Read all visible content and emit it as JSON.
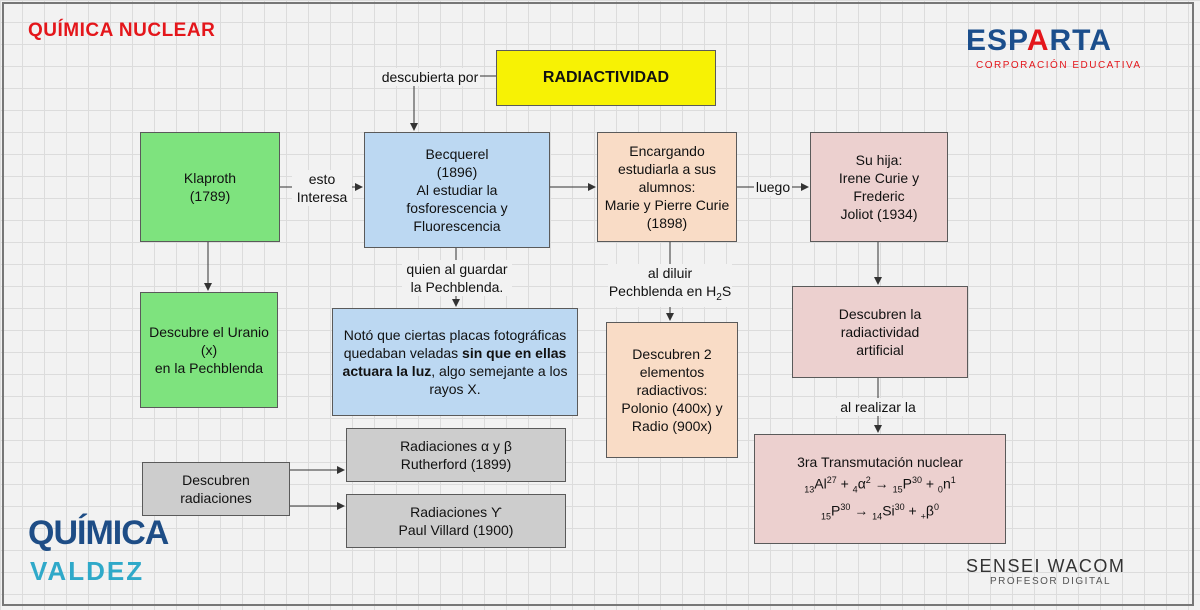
{
  "title": "QUÍMICA NUCLEAR",
  "radiactividad": "RADIACTIVIDAD",
  "label_descubierta": "descubierta por",
  "klaproth": [
    "Klaproth",
    "(1789)"
  ],
  "label_esto_interesa": [
    "esto",
    "Interesa"
  ],
  "becquerel": [
    "Becquerel",
    "(1896)",
    "Al estudiar la fosforescencia y",
    "Fluorescencia"
  ],
  "curie": [
    "Encargando",
    "estudiarla a sus",
    "alumnos:",
    "Marie y Pierre Curie",
    "(1898)"
  ],
  "label_luego": "luego",
  "hija": [
    "Su hija:",
    "Irene Curie y Frederic",
    "Joliot  (1934)"
  ],
  "uranio": [
    "Descubre el Uranio (x)",
    "en la Pechblenda"
  ],
  "label_quien": [
    "quien al guardar",
    "la Pechblenda."
  ],
  "noto": {
    "before": "Notó que ciertas placas fotográficas quedaban veladas ",
    "bold": "sin que en ellas actuara la luz",
    "after": ", algo semejante a los rayos X."
  },
  "label_diluir": [
    "al diluir",
    "Pechblenda en H",
    "2",
    "S"
  ],
  "polonio": [
    "Descubren 2",
    "elementos",
    "radiactivos:",
    "Polonio (400x) y",
    "Radio (900x)"
  ],
  "artificial": [
    "Descubren la radiactividad",
    "artificial"
  ],
  "label_realizar": "al realizar la",
  "transmutacion": {
    "title": "3ra Transmutación nuclear",
    "eq1": [
      "13",
      "Al",
      "27",
      " + ",
      "4",
      "α",
      "2",
      " → ",
      "15",
      "P",
      "30",
      " + ",
      "0",
      "n",
      "1"
    ],
    "eq2": [
      "15",
      "P",
      "30",
      " → ",
      "14",
      "Si",
      "30",
      " + ",
      "+",
      "β",
      "0"
    ]
  },
  "descubren_radiaciones": "Descubren radiaciones",
  "rutherford": [
    "Radiaciones α y β",
    "Rutherford (1899)"
  ],
  "villard": [
    "Radiaciones ϒ",
    "Paul Villard (1900)"
  ],
  "brand": {
    "esparta_1": "ESP",
    "esparta_2": "A",
    "esparta_3": "RTA",
    "sub": "CORPORACIÓN EDUCATIVA"
  },
  "logo_qv": {
    "line1": "QUÍMICA",
    "line2": "VALDEZ"
  },
  "sensei": {
    "name": "SENSEI WACOM",
    "sub": "PROFESOR DIGITAL"
  },
  "colors": {
    "title": "#e4161b",
    "yellow": "#f7f204",
    "green": "#7ee37e",
    "blue": "#bcd8f2",
    "peach": "#f9dcc6",
    "pink": "#ecd0cf",
    "gray": "#cdcdcd"
  }
}
